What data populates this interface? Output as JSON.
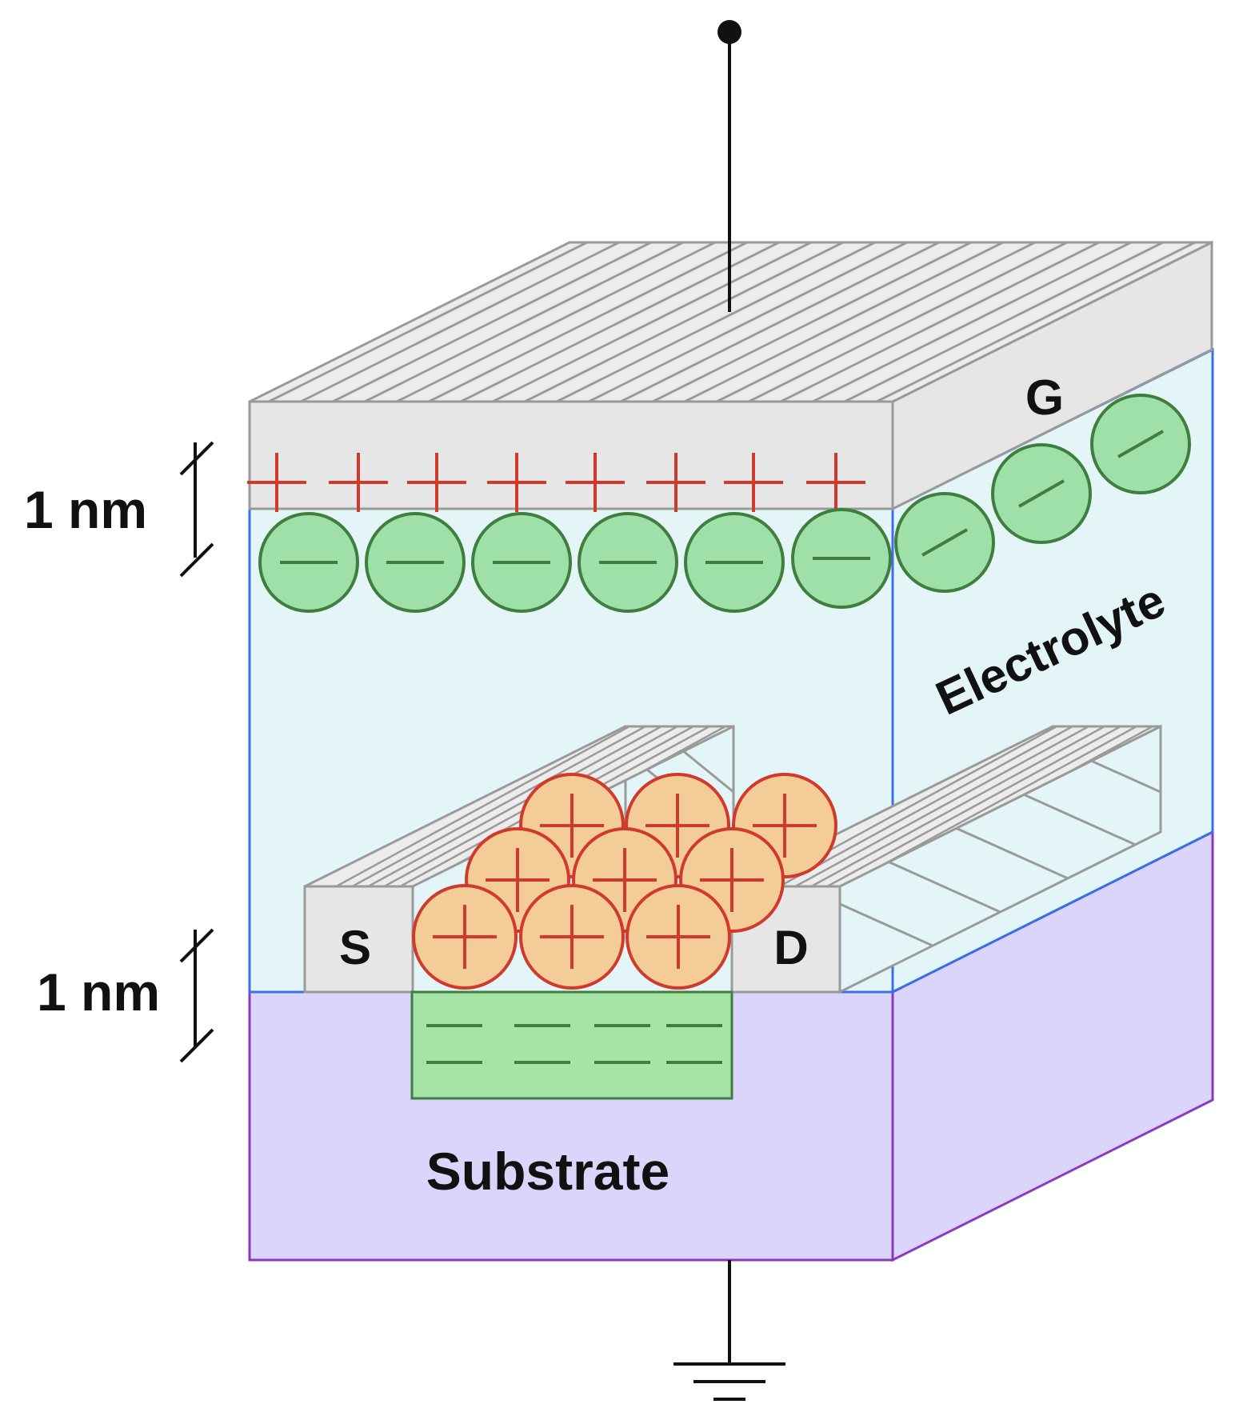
{
  "labels": {
    "gate": "G",
    "source": "S",
    "drain": "D",
    "electrolyte": "Electrolyte",
    "substrate": "Substrate",
    "dim_top": "1 nm",
    "dim_bottom": "1 nm"
  },
  "colors": {
    "electrode_fill": "#e6e6e6",
    "electrode_edge": "#9a9a9a",
    "electrolyte_fill": "#e4f5f8",
    "electrolyte_edge": "#3b6fe6",
    "substrate_fill": "#dcd5fb",
    "substrate_edge": "#8a3ab9",
    "anion_fill": "#9fe0a8",
    "anion_edge": "#3f7e3f",
    "cation_fill": "#f4cc97",
    "cation_edge": "#d0392b",
    "plus_sign": "#d0392b",
    "channel_fill": "#a6e3a6",
    "wire": "#111111"
  },
  "icons": [
    "gate-terminal-icon",
    "ground-icon",
    "anion-icon",
    "cation-icon",
    "plus-icon",
    "minus-icon"
  ]
}
